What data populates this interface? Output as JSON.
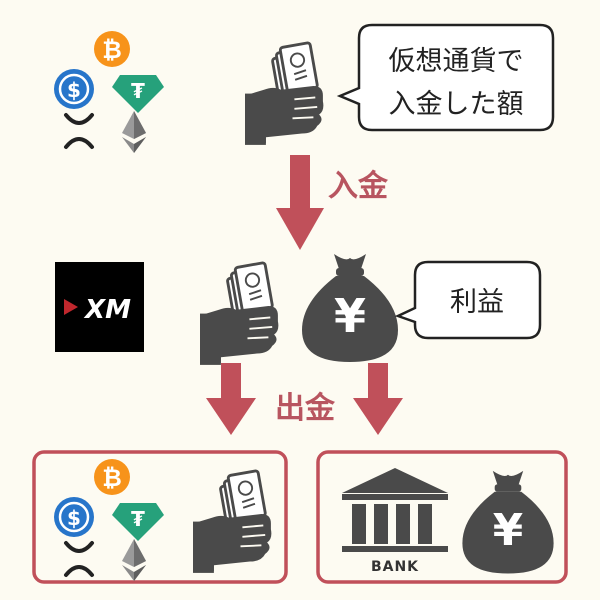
{
  "speech_bubble_top": {
    "line1": "仮想通貨で",
    "line2": "入金した額"
  },
  "speech_bubble_mid": {
    "text": "利益"
  },
  "labels": {
    "deposit": "入金",
    "withdraw": "出金"
  },
  "xm_logo": {
    "text": "XM"
  },
  "bank": {
    "text": "BANK"
  },
  "money_bag_symbol": "¥",
  "coins": {
    "bitcoin": "₿",
    "usdc": "$",
    "tether": "₮"
  },
  "colors": {
    "arrow": "#c0505a",
    "box_border": "#c0505a",
    "icon_dark": "#4a4a4a",
    "bitcoin": "#f7931a",
    "usdc": "#2775ca",
    "tether": "#26a17b",
    "ethereum": "#8c8c8c",
    "xrp": "#222222",
    "background": "#fdfbf2"
  }
}
